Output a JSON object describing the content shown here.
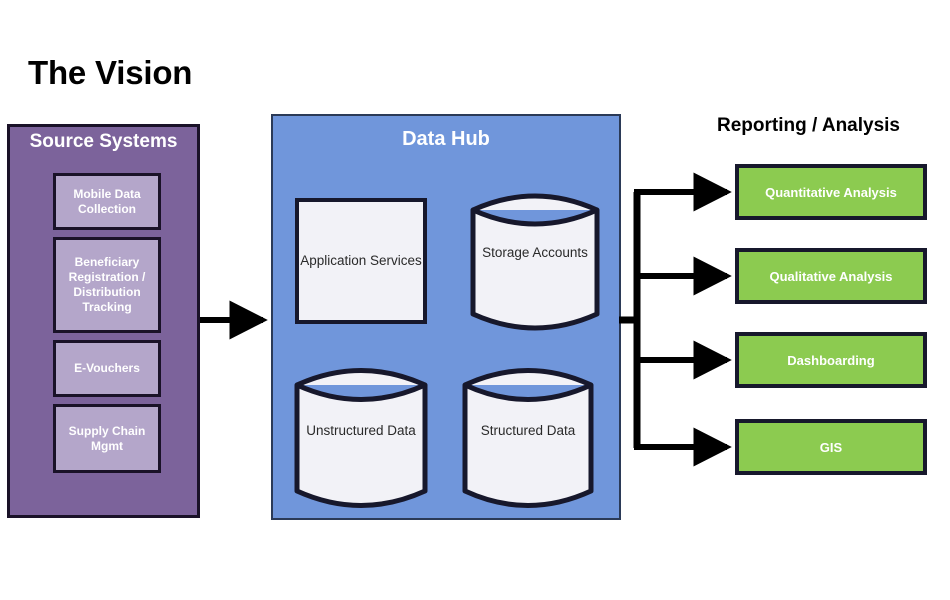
{
  "page": {
    "title": "The Vision"
  },
  "colors": {
    "source_panel": "#7c639b",
    "source_box": "#b4a6ca",
    "hub_panel": "#7096db",
    "reporting_box": "#8ccb50",
    "node_fill": "#f2f2f7",
    "border_dark": "#17182c",
    "background": "#ffffff",
    "text_dark": "#2a2a2a",
    "text_light": "#ffffff"
  },
  "source_systems": {
    "heading": "Source Systems",
    "items": [
      {
        "label": "Mobile Data Collection"
      },
      {
        "label": "Beneficiary Registration / Distribution Tracking"
      },
      {
        "label": "E-Vouchers"
      },
      {
        "label": "Supply Chain Mgmt"
      }
    ]
  },
  "data_hub": {
    "heading": "Data Hub",
    "nodes": [
      {
        "label": "Application Services",
        "shape": "rectangle"
      },
      {
        "label": "Storage Accounts",
        "shape": "cylinder"
      },
      {
        "label": "Unstructured Data",
        "shape": "cylinder"
      },
      {
        "label": "Structured Data",
        "shape": "cylinder"
      }
    ]
  },
  "reporting": {
    "heading": "Reporting / Analysis",
    "items": [
      {
        "label": "Quantitative Analysis"
      },
      {
        "label": "Qualitative Analysis"
      },
      {
        "label": "Dashboarding"
      },
      {
        "label": "GIS"
      }
    ]
  },
  "connectors": [
    {
      "from": "Source Systems",
      "to": "Data Hub",
      "style": "arrow"
    },
    {
      "from": "Data Hub",
      "to": "Quantitative Analysis",
      "style": "arrow"
    },
    {
      "from": "Data Hub",
      "to": "Qualitative Analysis",
      "style": "arrow"
    },
    {
      "from": "Data Hub",
      "to": "Dashboarding",
      "style": "arrow"
    },
    {
      "from": "Data Hub",
      "to": "GIS",
      "style": "arrow"
    }
  ]
}
